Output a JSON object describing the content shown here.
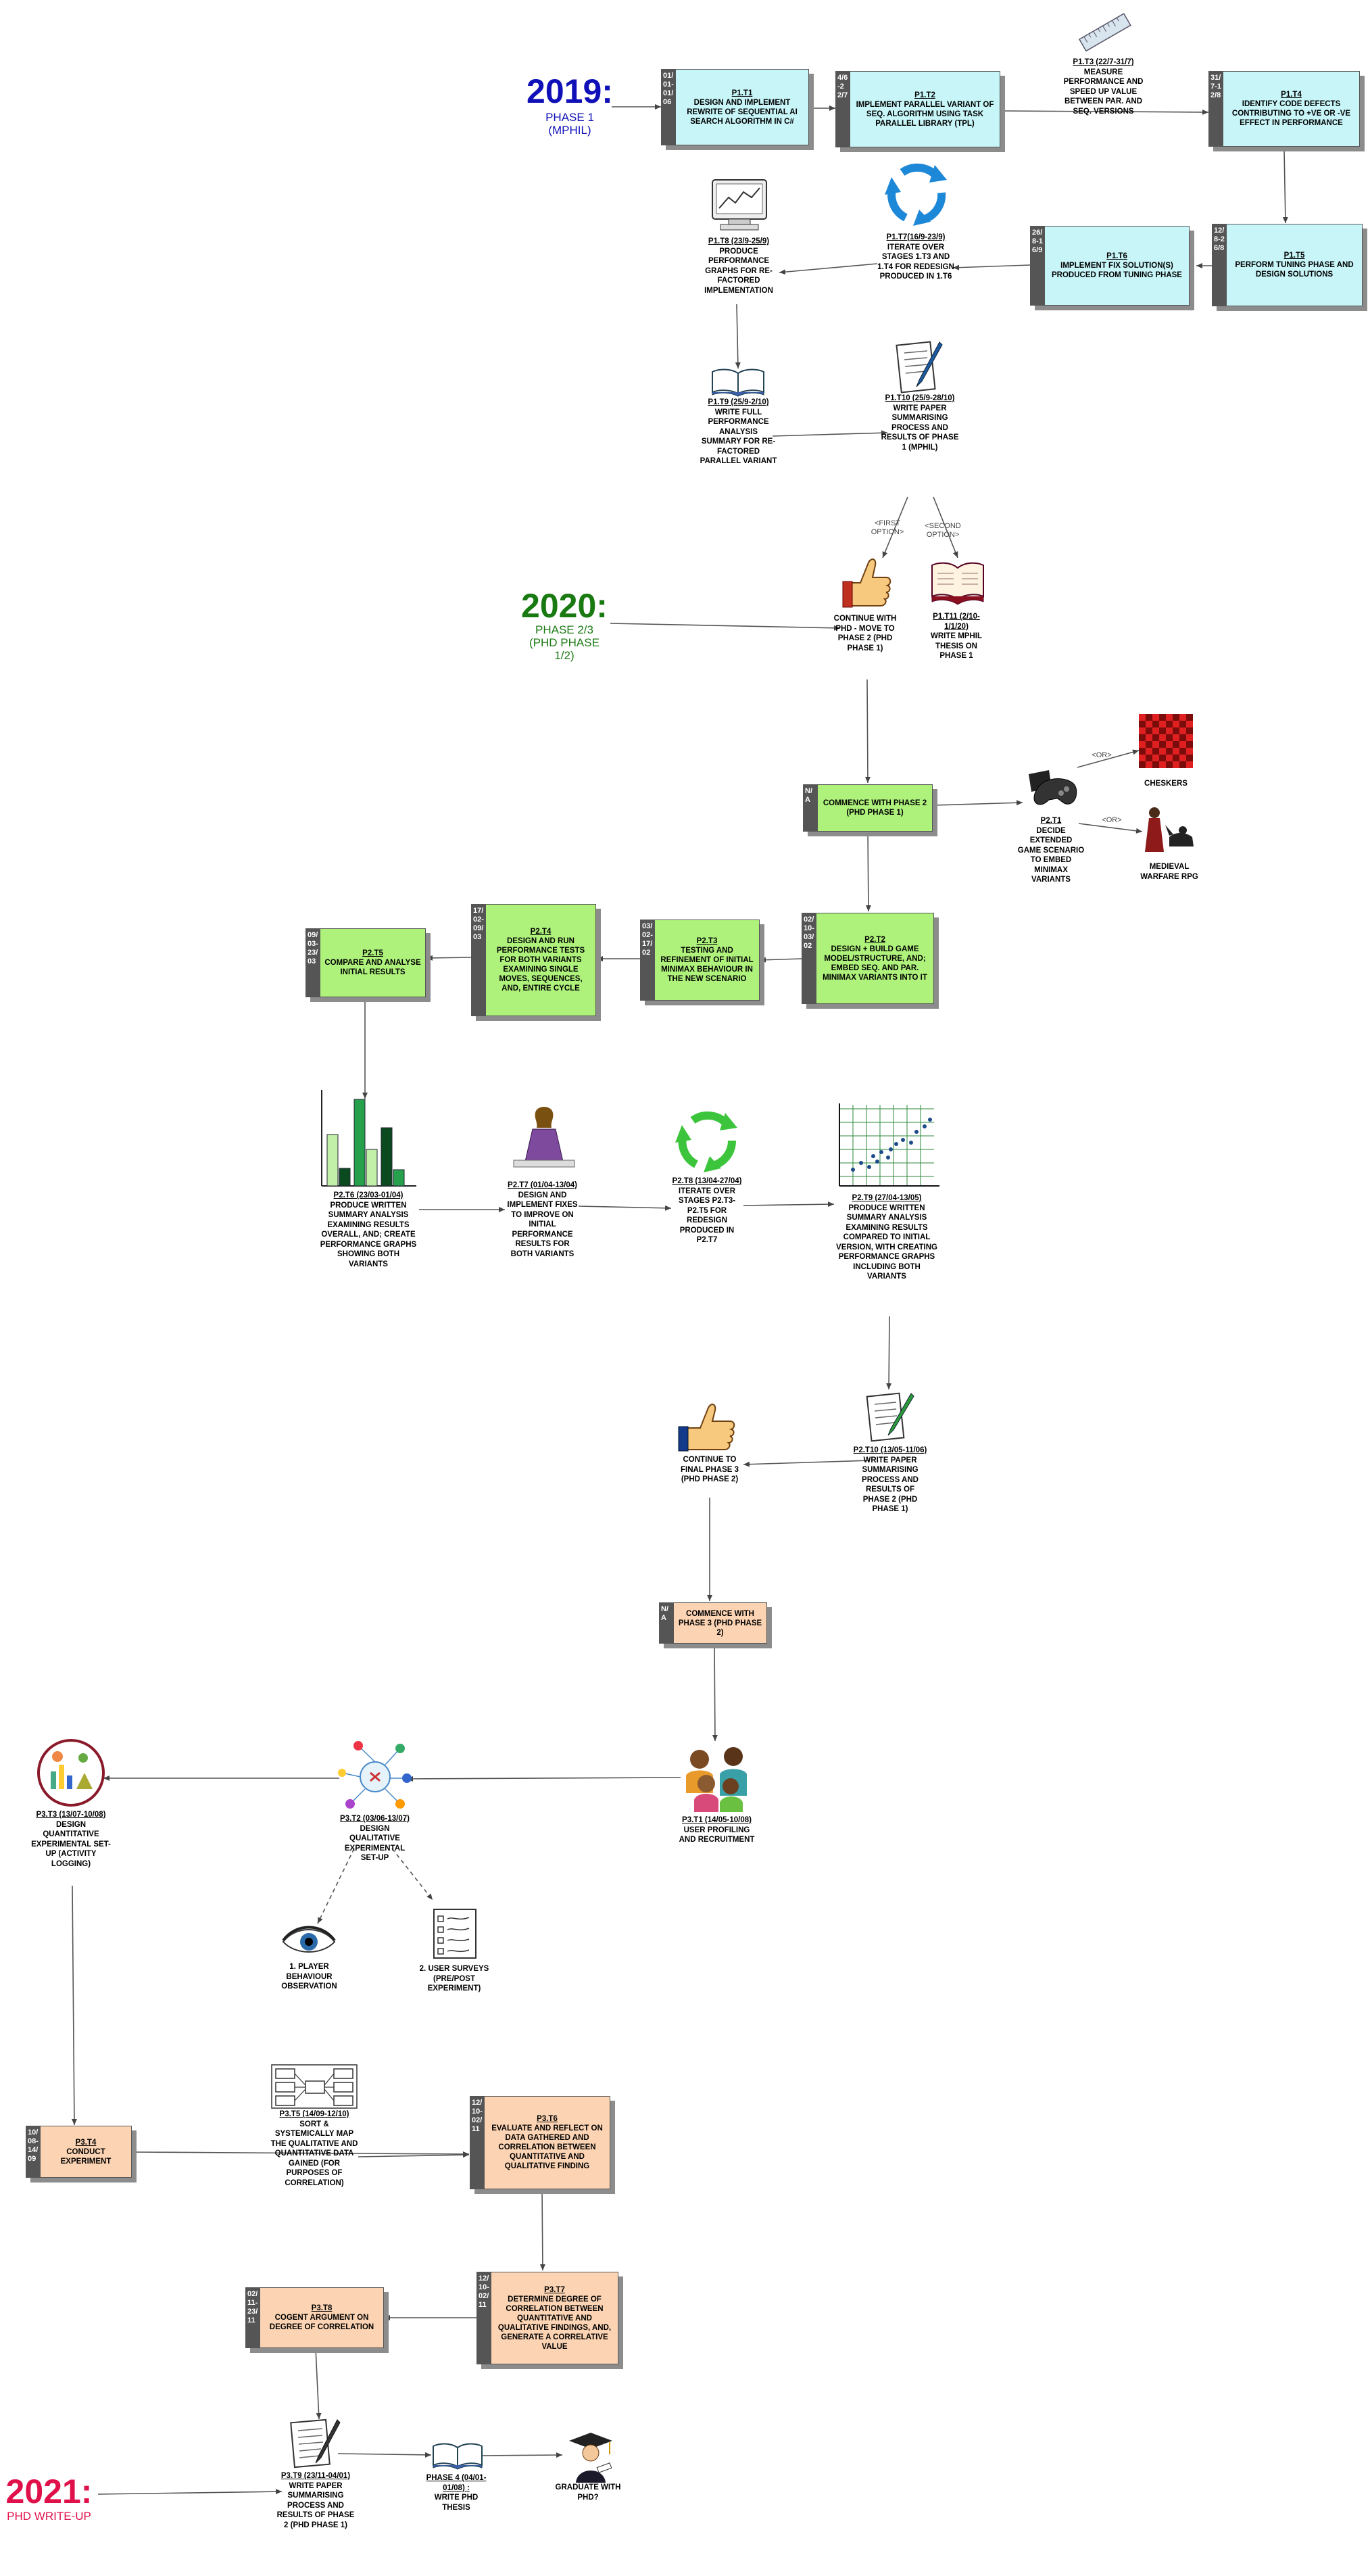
{
  "years": {
    "y2019": {
      "label": "2019:",
      "sub": "PHASE 1\n(MPHIL)",
      "color": "#1010b8"
    },
    "y2020": {
      "label": "2020:",
      "sub": "PHASE 2/3\n(PHD PHASE\n1/2)",
      "color": "#1a7a12"
    },
    "y2021": {
      "label": "2021:",
      "sub": "PHD WRITE-UP",
      "color": "#e0104a"
    }
  },
  "boxes": {
    "p1t1": {
      "strip": "01/01-01/06",
      "id": "P1.T1",
      "text": "DESIGN AND IMPLEMENT REWRITE OF SEQUENTIAL AI SEARCH ALGORITHM IN C#"
    },
    "p1t2": {
      "strip": "4/6-22/7",
      "id": "P1.T2",
      "text": "IMPLEMENT PARALLEL VARIANT OF SEQ. ALGORITHM USING TASK PARALLEL LIBRARY (TPL)"
    },
    "p1t4": {
      "strip": "31/7-12/8",
      "id": "P1.T4",
      "text": "IDENTIFY CODE DEFECTS CONTRIBUTING TO +VE OR -VE EFFECT IN PERFORMANCE"
    },
    "p1t5": {
      "strip": "12/8-26/8",
      "id": "P1.T5",
      "text": "PERFORM TUNING PHASE AND DESIGN SOLUTIONS"
    },
    "p1t6": {
      "strip": "26/8-16/9",
      "id": "P1.T6",
      "text": "IMPLEMENT FIX SOLUTION(S) PRODUCED FROM TUNING PHASE"
    },
    "p2start": {
      "strip": "N/A",
      "id": "",
      "text": "COMMENCE WITH PHASE 2 (PHD PHASE 1)"
    },
    "p2t2": {
      "strip": "02/10-03/02",
      "id": "P2.T2",
      "text": "DESIGN + BUILD GAME MODEL/STRUCTURE, AND; EMBED SEQ. AND PAR. MINIMAX VARIANTS INTO IT"
    },
    "p2t3": {
      "strip": "03/02-17/02",
      "id": "P2.T3",
      "text": "TESTING AND REFINEMENT OF INITIAL MINIMAX BEHAVIOUR IN THE NEW SCENARIO"
    },
    "p2t4": {
      "strip": "17/02-09/03",
      "id": "P2.T4",
      "text": "DESIGN AND RUN PERFORMANCE TESTS FOR BOTH VARIANTS EXAMINING SINGLE MOVES, SEQUENCES, AND, ENTIRE CYCLE"
    },
    "p2t5": {
      "strip": "09/03-23/03",
      "id": "P2.T5",
      "text": "COMPARE AND ANALYSE INITIAL RESULTS"
    },
    "p3start": {
      "strip": "N/A",
      "id": "",
      "text": "COMMENCE WITH PHASE 3 (PHD PHASE 2)"
    },
    "p3t4": {
      "strip": "10/08-14/09",
      "id": "P3.T4",
      "text": "CONDUCT EXPERIMENT"
    },
    "p3t6": {
      "strip": "12/10-02/11",
      "id": "P3.T6",
      "text": "EVALUATE AND REFLECT ON DATA GATHERED AND CORRELATION BETWEEN QUANTITATIVE AND QUALITATIVE FINDING"
    },
    "p3t7": {
      "strip": "12/10-02/11",
      "id": "P3.T7",
      "text": "DETERMINE DEGREE OF CORRELATION BETWEEN QUANTITATIVE AND QUALITATIVE FINDINGS, AND, GENERATE A CORRELATIVE VALUE"
    },
    "p3t8": {
      "strip": "02/11-23/11",
      "id": "P3.T8",
      "text": "COGENT ARGUMENT ON DEGREE OF CORRELATION"
    }
  },
  "captions": {
    "p1t3": {
      "id": "P1.T3 (22/7-31/7)",
      "text": "MEASURE PERFORMANCE AND SPEED UP VALUE BETWEEN PAR. AND SEQ. VERSIONS"
    },
    "p1t7": {
      "id": "P1.T7(16/9-23/9)",
      "text": "ITERATE OVER STAGES 1.T3 AND 1.T4 FOR REDESIGN PRODUCED IN 1.T6"
    },
    "p1t8": {
      "id": "P1.T8 (23/9-25/9)",
      "text": "PRODUCE PERFORMANCE GRAPHS FOR RE-FACTORED IMPLEMENTATION"
    },
    "p1t9": {
      "id": "P1.T9 (25/9-2/10)",
      "text": "WRITE FULL PERFORMANCE ANALYSIS SUMMARY FOR RE-FACTORED PARALLEL VARIANT"
    },
    "p1t10": {
      "id": "P1.T10 (25/9-28/10)",
      "text": "WRITE PAPER SUMMARISING PROCESS AND RESULTS OF PHASE 1 (MPHIL)"
    },
    "continue1": {
      "id": "",
      "text": "CONTINUE WITH PHD - MOVE TO PHASE 2 (PHD PHASE 1)"
    },
    "p1t11": {
      "id": "P1.T11 (2/10-1/1/20)",
      "text": "WRITE MPHIL THESIS ON PHASE 1"
    },
    "p2t1": {
      "id": "P2.T1",
      "text": "DECIDE EXTENDED GAME SCENARIO TO EMBED MINIMAX VARIANTS"
    },
    "checkers": {
      "id": "",
      "text": "CHESKERS"
    },
    "medieval": {
      "id": "",
      "text": "MEDIEVAL WARFARE RPG"
    },
    "p2t6": {
      "id": "P2.T6 (23/03-01/04)",
      "text": "PRODUCE WRITTEN SUMMARY ANALYSIS EXAMINING RESULTS OVERALL, AND; CREATE PERFORMANCE GRAPHS SHOWING BOTH VARIANTS"
    },
    "p2t7": {
      "id": "P2.T7 (01/04-13/04)",
      "text": "DESIGN AND IMPLEMENT FIXES TO IMPROVE ON INITIAL PERFORMANCE RESULTS FOR BOTH VARIANTS"
    },
    "p2t8": {
      "id": "P2.T8 (13/04-27/04)",
      "text": "ITERATE OVER STAGES P2.T3-P2.T5 FOR REDESIGN PRODUCED IN P2.T7"
    },
    "p2t9": {
      "id": "P2.T9 (27/04-13/05)",
      "text": "PRODUCE WRITTEN SUMMARY ANALYSIS EXAMINING RESULTS COMPARED TO INITIAL VERSION, WITH CREATING PERFORMANCE GRAPHS INCLUDING BOTH VARIANTS"
    },
    "p2t10": {
      "id": "P2.T10 (13/05-11/06)",
      "text": "WRITE PAPER SUMMARISING PROCESS AND RESULTS OF PHASE 2 (PHD PHASE 1)"
    },
    "continue2": {
      "id": "",
      "text": "CONTINUE TO FINAL PHASE 3 (PHD PHASE 2)"
    },
    "p3t1": {
      "id": "P3.T1 (14/05-10/08)",
      "text": "USER PROFILING AND RECRUITMENT"
    },
    "p3t2": {
      "id": "P3.T2 (03/06-13/07)",
      "text": "DESIGN QUALITATIVE EXPERIMENTAL SET-UP"
    },
    "p3t3": {
      "id": "P3.T3 (13/07-10/08)",
      "text": "DESIGN QUANTITATIVE EXPERIMENTAL SET-UP (ACTIVITY LOGGING)"
    },
    "observe": {
      "id": "",
      "text": "1. PLAYER BEHAVIOUR OBSERVATION"
    },
    "surveys": {
      "id": "",
      "text": "2. USER SURVEYS (PRE/POST EXPERIMENT)"
    },
    "p3t5": {
      "id": "P3.T5 (14/09-12/10)",
      "text": "SORT & SYSTEMICALLY MAP THE QUALITATIVE AND QUANTITATIVE DATA GAINED (FOR PURPOSES OF CORRELATION)"
    },
    "p3t9": {
      "id": "P3.T9 (23/11-04/01)",
      "text": "WRITE PAPER SUMMARISING PROCESS AND RESULTS OF PHASE 2 (PHD PHASE 1)"
    },
    "phase4": {
      "id": "PHASE 4 (04/01-01/08) :",
      "text": "WRITE PHD THESIS"
    },
    "graduate": {
      "id": "",
      "text": "GRADUATE WITH PHD?"
    }
  },
  "options": {
    "first": "<FIRST\nOPTION>",
    "second": "<SECOND\nOPTION>",
    "or1": "<OR>",
    "or2": "<OR>"
  }
}
